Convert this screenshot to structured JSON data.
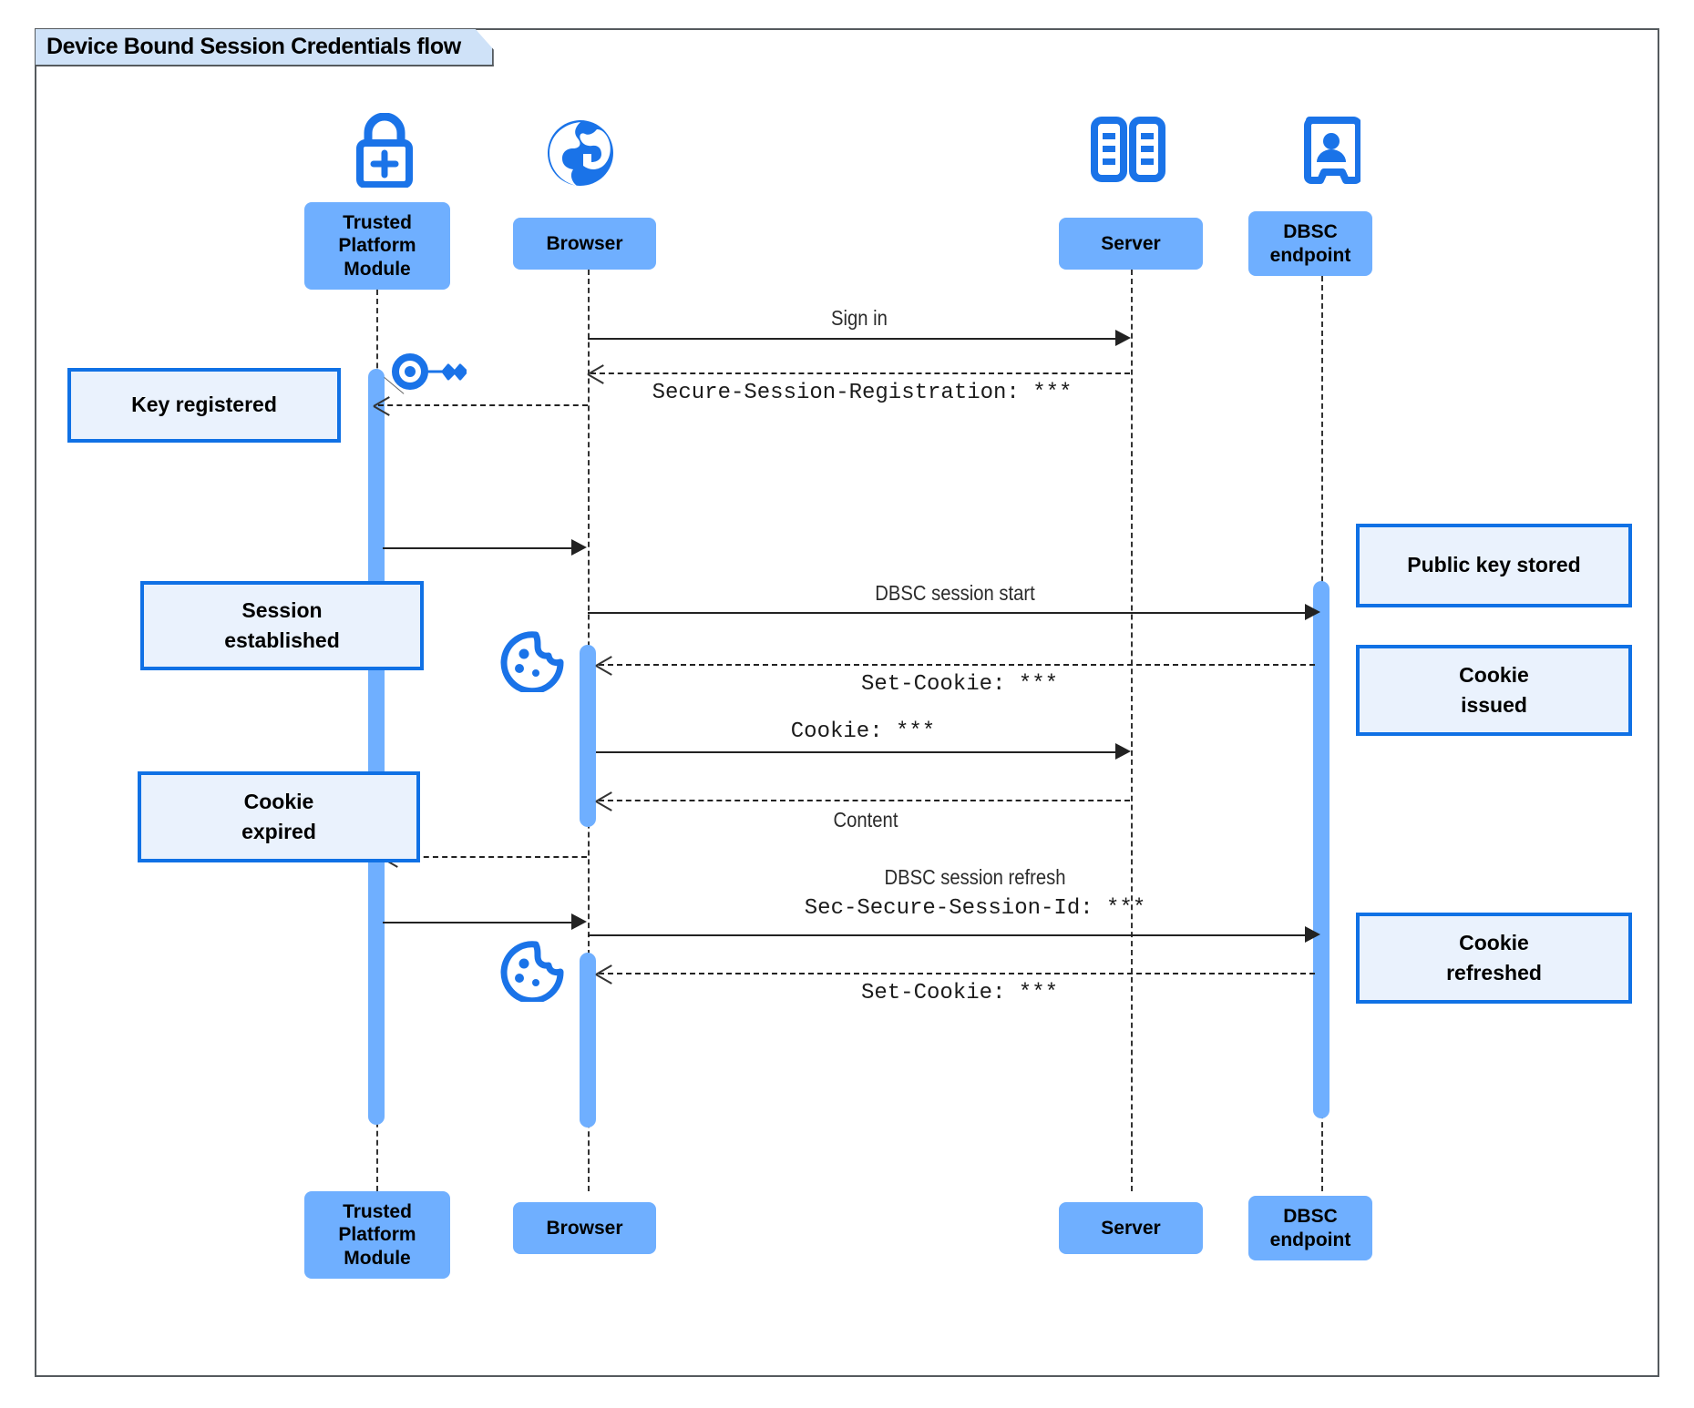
{
  "frame": {
    "title": "Device Bound Session Credentials flow"
  },
  "participants": [
    {
      "id": "tpm",
      "label": "Trusted\nPlatform\nModule",
      "icon": "lock-plus-icon"
    },
    {
      "id": "browser",
      "label": "Browser",
      "icon": "globe-icon"
    },
    {
      "id": "server",
      "label": "Server",
      "icon": "server-rack-icon"
    },
    {
      "id": "dbsc",
      "label": "DBSC\nendpoint",
      "icon": "id-badge-icon"
    }
  ],
  "messages": [
    {
      "id": "m1",
      "label": "Sign in",
      "style": "sans",
      "from": "browser",
      "to": "server",
      "line": "solid",
      "dir": "right"
    },
    {
      "id": "m2",
      "label": "Secure-Session-Registration: ***",
      "style": "mono",
      "from": "server",
      "to": "browser",
      "line": "dashed",
      "dir": "left"
    },
    {
      "id": "m3",
      "label": "",
      "style": "sans",
      "from": "tpm",
      "to": "browser",
      "line": "solid",
      "dir": "right"
    },
    {
      "id": "m4",
      "label": "DBSC session start",
      "style": "sans",
      "from": "browser",
      "to": "dbsc",
      "line": "solid",
      "dir": "right"
    },
    {
      "id": "m5",
      "label": "Set-Cookie: ***",
      "style": "mono",
      "from": "dbsc",
      "to": "browser",
      "line": "dashed",
      "dir": "left"
    },
    {
      "id": "m6",
      "label": "Cookie: ***",
      "style": "mono",
      "from": "browser",
      "to": "server",
      "line": "solid",
      "dir": "right"
    },
    {
      "id": "m7",
      "label": "Content",
      "style": "sans",
      "from": "server",
      "to": "browser",
      "line": "dashed",
      "dir": "left"
    },
    {
      "id": "m8",
      "label": "",
      "style": "sans",
      "from": "browser",
      "to": "tpm",
      "line": "dashed",
      "dir": "left"
    },
    {
      "id": "m9",
      "label": "DBSC session refresh",
      "style": "sans",
      "from": "tpm",
      "to": "dbsc",
      "line": "solid",
      "dir": "right"
    },
    {
      "id": "m9b",
      "label": "Sec-Secure-Session-Id: ***",
      "style": "mono",
      "from": "tpm",
      "to": "dbsc",
      "line": "solid",
      "dir": "right"
    },
    {
      "id": "m10",
      "label": "Set-Cookie: ***",
      "style": "mono",
      "from": "dbsc",
      "to": "browser",
      "line": "dashed",
      "dir": "left"
    }
  ],
  "notes": [
    {
      "id": "n1",
      "text": "Key registered",
      "side": "left",
      "attached": "tpm"
    },
    {
      "id": "n2",
      "text": "Session\nestablished",
      "side": "left",
      "attached": "tpm"
    },
    {
      "id": "n3",
      "text": "Cookie\nexpired",
      "side": "left",
      "attached": "tpm"
    },
    {
      "id": "n4",
      "text": "Public key stored",
      "side": "right",
      "attached": "dbsc"
    },
    {
      "id": "n5",
      "text": "Cookie\nissued",
      "side": "right",
      "attached": "dbsc"
    },
    {
      "id": "n6",
      "text": "Cookie\nrefreshed",
      "side": "right",
      "attached": "dbsc"
    }
  ],
  "decor_icons": [
    {
      "id": "d1",
      "name": "key-icon",
      "near": "tpm"
    },
    {
      "id": "d2",
      "name": "cookie-icon",
      "near": "browser"
    },
    {
      "id": "d3",
      "name": "cookie-icon",
      "near": "browser"
    }
  ],
  "colors": {
    "participant_fill": "#6fafff",
    "activation_fill": "#6fafff",
    "note_fill": "#eaf2fd",
    "note_border": "#1071e5",
    "icon_blue": "#1a73e8",
    "title_fill": "#cfe2f8",
    "frame_border": "#555a5e",
    "line": "#222222"
  }
}
